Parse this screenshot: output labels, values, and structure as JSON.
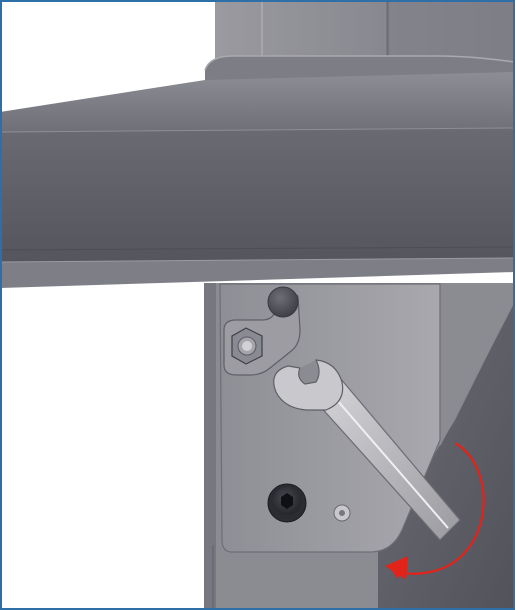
{
  "figure": {
    "frame_color": "#2f6fa8",
    "background": "#ffffff",
    "metal_dark": "#55555e",
    "metal_mid": "#7c7c84",
    "metal_light": "#b9b9be",
    "rotation_arrow_color": "#e2231a",
    "parts": [
      "upright-post",
      "cross-beam",
      "mounting-bracket",
      "gusset-plate",
      "hex-nut",
      "round-bolt",
      "socket-screw",
      "small-screw",
      "open-end-wrench",
      "rotation-arrow"
    ]
  }
}
